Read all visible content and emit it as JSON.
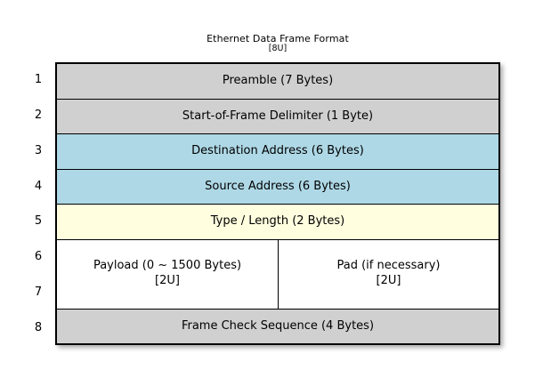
{
  "title": {
    "main": "Ethernet Data Frame Format",
    "sub": "[8U]"
  },
  "colors": {
    "header_gray": "#d0d0d0",
    "address_blue": "#aed8e6",
    "type_yellow": "#ffffe0",
    "payload_white": "#ffffff",
    "border": "#000000",
    "background": "#ffffff"
  },
  "row_numbers": [
    "1",
    "2",
    "3",
    "4",
    "5",
    "6",
    "7",
    "8"
  ],
  "rows": [
    {
      "number": "1",
      "label": "Preamble (7 Bytes)",
      "fill": "gray",
      "span": 1
    },
    {
      "number": "2",
      "label": "Start-of-Frame Delimiter (1 Byte)",
      "fill": "gray",
      "span": 1
    },
    {
      "number": "3",
      "label": "Destination Address (6 Bytes)",
      "fill": "blue",
      "span": 1
    },
    {
      "number": "4",
      "label": "Source Address (6 Bytes)",
      "fill": "blue",
      "span": 1
    },
    {
      "number": "5",
      "label": "Type / Length (2 Bytes)",
      "fill": "yellow",
      "span": 1
    },
    {
      "numbers": "6, 7",
      "fill": "white",
      "span": 2,
      "cells": [
        {
          "label": "Payload (0 ~ 1500 Bytes)",
          "sub": "[2U]"
        },
        {
          "label": "Pad (if necessary)",
          "sub": "[2U]"
        }
      ]
    },
    {
      "number": "8",
      "label": "Frame Check Sequence (4 Bytes)",
      "fill": "gray",
      "span": 1
    }
  ]
}
